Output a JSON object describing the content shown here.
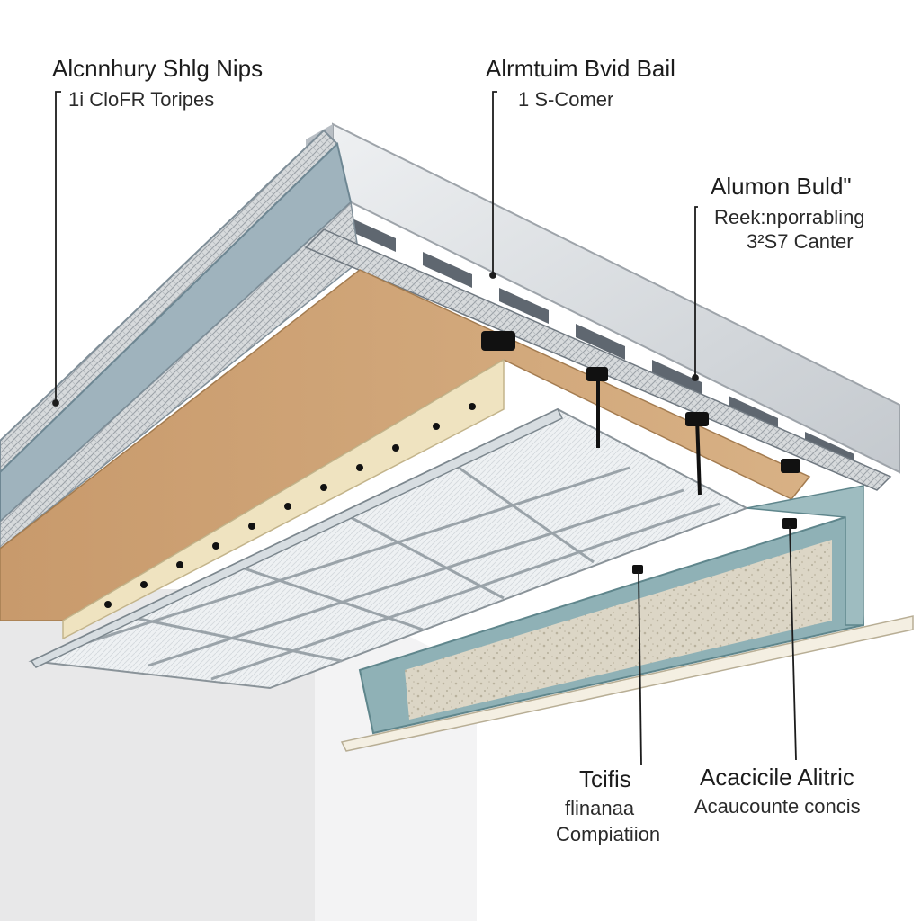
{
  "labels": {
    "top_left": {
      "title": "Alcnnhury Shlg Nips",
      "line1": "1i ClоFR Toripes"
    },
    "top_center": {
      "title": "Alrmtuim Bvid Bail",
      "line1": "1 S-Comer"
    },
    "right": {
      "title": "Alumon Buld\"",
      "line1": "Reek:nporrabling",
      "line2": "3²S7 Canter"
    },
    "bottom_center": {
      "title": "Tcifis",
      "line1": "flinanaa",
      "line2": "Compiatiion"
    },
    "bottom_right": {
      "title": "Acacicile Alitric",
      "line1": "Acaucounte concis"
    }
  },
  "colors": {
    "background": "#ffffff",
    "wall": "#e9e9ea",
    "wall_shadow": "#d6d6d8",
    "aluminum": "#cfd3d7",
    "frame": "#7fa3a8",
    "osb": "#c79b6e",
    "insulation": "#d9d2c2",
    "leader": "#1c1c1c"
  },
  "icons": [
    "anchor-clip-icon",
    "vent-slot-icon",
    "perforation-hole-icon"
  ]
}
